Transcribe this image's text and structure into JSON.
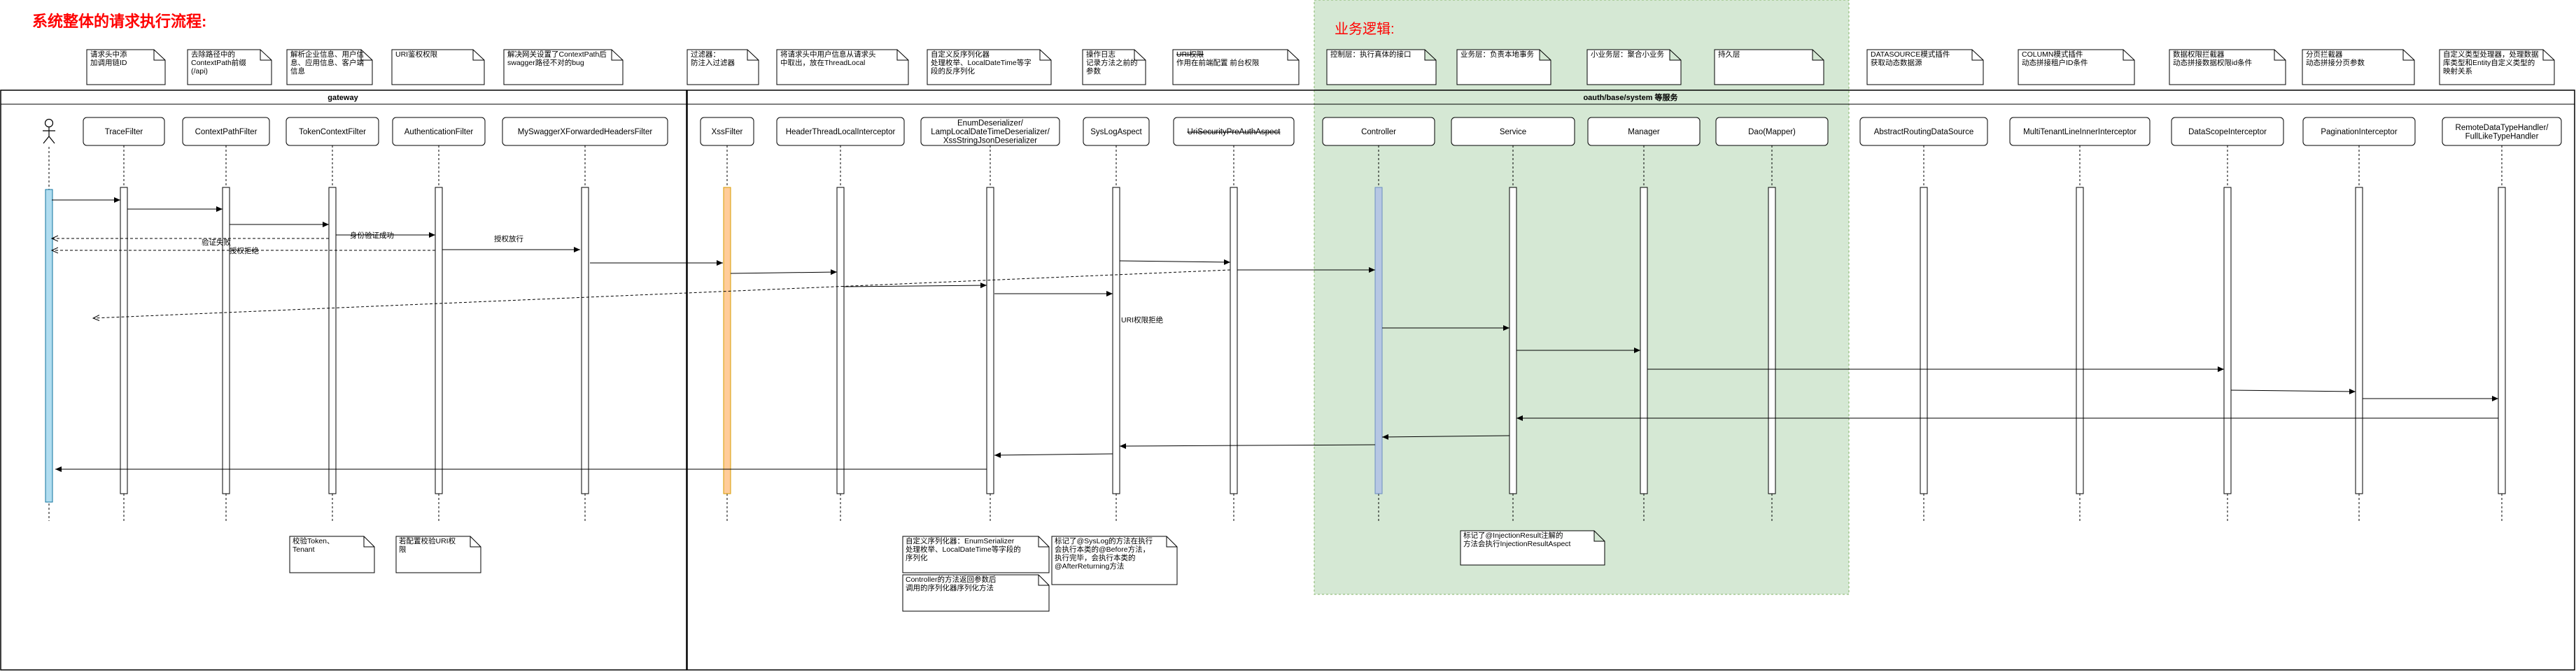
{
  "title": "系统整体的请求执行流程:",
  "business_label": "业务逻辑:",
  "frames": {
    "gateway": "gateway",
    "service": "oauth/base/system 等服务"
  },
  "colors": {
    "title": "#ff0000",
    "business_bg": "#d5e8d4",
    "business_border": "#82b366",
    "actor_bar": "#b1ddf0",
    "xss_bar": "#ffcc99",
    "controller_bar": "#b6c7e3"
  },
  "participants": [
    {
      "id": "actor",
      "label": ""
    },
    {
      "id": "trace",
      "label": "TraceFilter"
    },
    {
      "id": "ctxpath",
      "label": "ContextPathFilter"
    },
    {
      "id": "token",
      "label": "TokenContextFilter"
    },
    {
      "id": "auth",
      "label": "AuthenticationFilter"
    },
    {
      "id": "swagger",
      "label": "MySwaggerXForwardedHeadersFilter"
    },
    {
      "id": "xss",
      "label": "XssFilter"
    },
    {
      "id": "header",
      "label": "HeaderThreadLocalInterceptor"
    },
    {
      "id": "enum",
      "label": "EnumDeserializer/ LampLocalDateTimeDeserializer/ XssStringJsonDeserializer"
    },
    {
      "id": "syslog",
      "label": "SysLogAspect"
    },
    {
      "id": "uri",
      "label": "UriSecurityPreAuthAspect"
    },
    {
      "id": "controller",
      "label": "Controller"
    },
    {
      "id": "service",
      "label": "Service"
    },
    {
      "id": "manager",
      "label": "Manager"
    },
    {
      "id": "dao",
      "label": "Dao(Mapper)"
    },
    {
      "id": "routing",
      "label": "AbstractRoutingDataSource"
    },
    {
      "id": "multitenant",
      "label": "MultiTenantLineInnerInterceptor"
    },
    {
      "id": "datascope",
      "label": "DataScopeInterceptor"
    },
    {
      "id": "pagination",
      "label": "PaginationInterceptor"
    },
    {
      "id": "remote",
      "label": "RemoteDataTypeHandler/ FullLikeTypeHandler"
    }
  ],
  "top_notes": [
    {
      "id": "trace",
      "text": "请求头中添\n加调用链ID"
    },
    {
      "id": "ctxpath",
      "text": "去除路径中的\nContextPath前缀\n(/api)"
    },
    {
      "id": "token",
      "text": "解析企业信息、用户信\n息、应用信息、客户端\n信息"
    },
    {
      "id": "auth",
      "text": "URI鉴权权限"
    },
    {
      "id": "swagger",
      "text": "解决网关设置了ContextPath后\nswagger路径不对的bug"
    },
    {
      "id": "xss",
      "text": "过滤器：\n防注入过滤器"
    },
    {
      "id": "header",
      "text": "将请求头中用户信息从请求头\n中取出，放在ThreadLocal"
    },
    {
      "id": "enum",
      "text": "自定义反序列化器\n处理枚举、LocalDateTime等字\n段的反序列化"
    },
    {
      "id": "syslog",
      "text": "操作日志\n记录方法之前的\n参数"
    },
    {
      "id": "uri",
      "text": "URI权限\n作用在前端配置 前台权限"
    },
    {
      "id": "controller",
      "text": "控制层：执行真体的接口"
    },
    {
      "id": "service",
      "text": "业务层：负责本地事务"
    },
    {
      "id": "manager",
      "text": "小业务层：聚合小业务"
    },
    {
      "id": "dao",
      "text": "持久层"
    },
    {
      "id": "routing",
      "text": "DATASOURCE模式插件\n获取动态数据源"
    },
    {
      "id": "multitenant",
      "text": "COLUMN模式插件\n动态拼接租户ID条件"
    },
    {
      "id": "datascope",
      "text": "数据权限拦截器\n动态拼接数据权限id条件"
    },
    {
      "id": "pagination",
      "text": "分页拦截器\n动态拼接分页参数"
    },
    {
      "id": "remote",
      "text": "自定义类型处理器，处理数据\n库类型和Entity自定义类型的\n映射关系"
    }
  ],
  "bottom_notes": [
    {
      "id": "token_note",
      "text": "校验Token、\nTenant"
    },
    {
      "id": "auth_note",
      "text": "若配置校验URI权\n限"
    },
    {
      "id": "enum_note1",
      "text": "自定义序列化器：EnumSerializer\n处理枚举、LocalDateTime等字段的\n序列化"
    },
    {
      "id": "enum_note2",
      "text": "Controller的方法返回参数后\n调用的序列化器序列化方法"
    },
    {
      "id": "syslog_note",
      "text": "标记了@SysLog的方法在执行\n会执行本类的@Before方法，\n执行完毕，会执行本类的\n@AfterReturning方法"
    },
    {
      "id": "controller_note",
      "text": "标记了@InjectionResult注解的\n方法会执行InjectionResultAspect"
    }
  ],
  "messages": [
    {
      "id": "m_auth_ok",
      "label": "身份验证成功"
    },
    {
      "id": "m_verify_fail",
      "label": "验证失败"
    },
    {
      "id": "m_perm_ok",
      "label": "授权放行"
    },
    {
      "id": "m_perm_deny",
      "label": "授权拒绝"
    },
    {
      "id": "m_uri_deny",
      "label": "URI权限拒绝"
    }
  ]
}
